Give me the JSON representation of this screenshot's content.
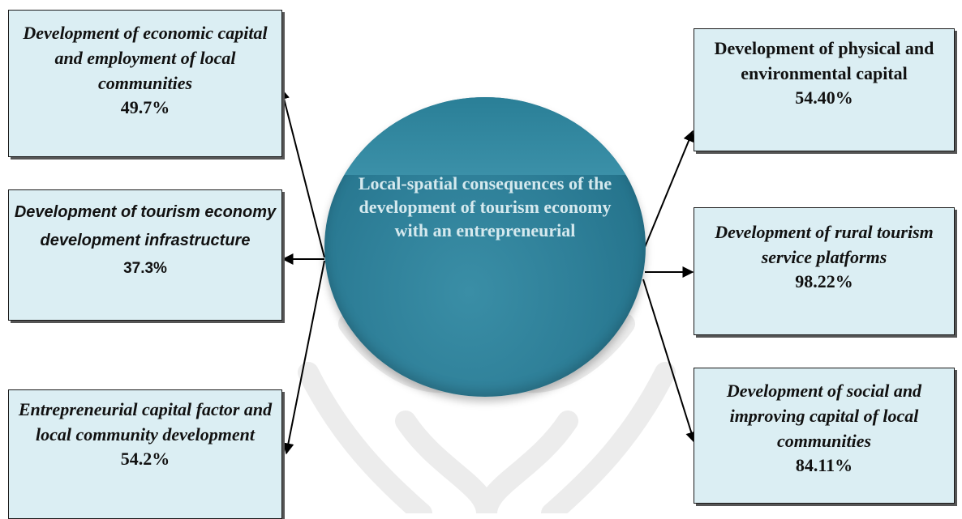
{
  "center": {
    "text": "Local-spatial consequences of the development of tourism economy with an entrepreneurial"
  },
  "left_boxes": [
    {
      "title": "Development of economic capital and employment of local communities",
      "value": "49.7%"
    },
    {
      "title": "Development of tourism economy development infrastructure",
      "value": "37.3%"
    },
    {
      "title": "Entrepreneurial capital factor and local community development",
      "value": "54.2%"
    }
  ],
  "right_boxes": [
    {
      "title": "Development of physical and environmental capital",
      "value": "54.40%"
    },
    {
      "title": "Development of rural tourism service platforms",
      "value": "98.22%"
    },
    {
      "title": "Development of social and improving capital of local communities",
      "value": "84.11%"
    }
  ],
  "colors": {
    "box_fill": "#dbeef3",
    "ellipse_fill": "#2e7f98",
    "ellipse_text": "#d5e9ee",
    "arrow": "#000000"
  }
}
